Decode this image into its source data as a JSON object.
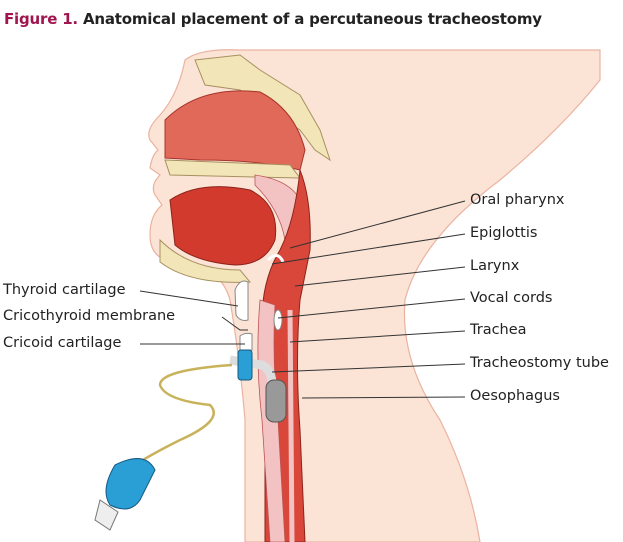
{
  "title": {
    "prefix": "Figure 1.",
    "text": "Anatomical placement of a percutaneous tracheostomy"
  },
  "labels_right": [
    "Oral pharynx",
    "Epiglottis",
    "Larynx",
    "Vocal cords",
    "Trachea",
    "Tracheostomy tube",
    "Oesophagus"
  ],
  "labels_left": [
    "Thyroid cartilage",
    "Cricothyroid membrane",
    "Cricoid cartilage"
  ],
  "colors": {
    "accent": "#a0154f",
    "skin": "#fbe3d6",
    "tissue": "#d9473a",
    "bone": "#f2e6b8",
    "tube": "#2a9fd6"
  }
}
